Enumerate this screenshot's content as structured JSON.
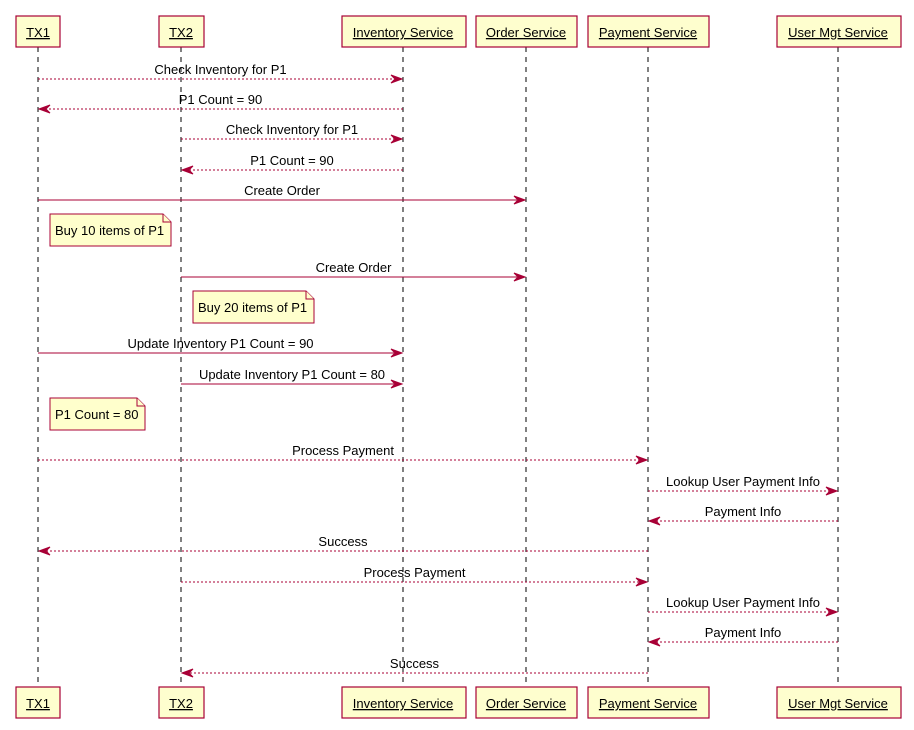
{
  "colors": {
    "participant_fill": "#fefece",
    "border": "#a80036",
    "note_fill": "#ffffcc",
    "arrow": "#a80036",
    "lifeline": "#000000"
  },
  "participants": [
    {
      "id": "tx1",
      "label": "TX1"
    },
    {
      "id": "tx2",
      "label": "TX2"
    },
    {
      "id": "inventory",
      "label": "Inventory Service"
    },
    {
      "id": "order",
      "label": "Order Service"
    },
    {
      "id": "payment",
      "label": "Payment Service"
    },
    {
      "id": "usermgt",
      "label": "User Mgt Service"
    }
  ],
  "events": [
    {
      "kind": "message",
      "from": "tx1",
      "to": "inventory",
      "label": "Check Inventory for P1",
      "style": "dashed"
    },
    {
      "kind": "message",
      "from": "inventory",
      "to": "tx1",
      "label": "P1 Count = 90",
      "style": "dashed"
    },
    {
      "kind": "message",
      "from": "tx2",
      "to": "inventory",
      "label": "Check Inventory for P1",
      "style": "dashed"
    },
    {
      "kind": "message",
      "from": "inventory",
      "to": "tx2",
      "label": "P1 Count = 90",
      "style": "dashed"
    },
    {
      "kind": "message",
      "from": "tx1",
      "to": "order",
      "label": "Create Order",
      "style": "solid"
    },
    {
      "kind": "note",
      "over": "tx1",
      "label": "Buy 10 items of P1"
    },
    {
      "kind": "message",
      "from": "tx2",
      "to": "order",
      "label": "Create Order",
      "style": "solid"
    },
    {
      "kind": "note",
      "over": "tx2",
      "label": "Buy 20 items of P1"
    },
    {
      "kind": "message",
      "from": "tx1",
      "to": "inventory",
      "label": "Update Inventory P1 Count = 90",
      "style": "solid"
    },
    {
      "kind": "message",
      "from": "tx2",
      "to": "inventory",
      "label": "Update Inventory P1 Count = 80",
      "style": "solid"
    },
    {
      "kind": "note",
      "over": "tx1",
      "label": "P1 Count = 80"
    },
    {
      "kind": "message",
      "from": "tx1",
      "to": "payment",
      "label": "Process Payment",
      "style": "dashed"
    },
    {
      "kind": "message",
      "from": "payment",
      "to": "usermgt",
      "label": "Lookup User Payment Info",
      "style": "dashed"
    },
    {
      "kind": "message",
      "from": "usermgt",
      "to": "payment",
      "label": "Payment Info",
      "style": "dashed"
    },
    {
      "kind": "message",
      "from": "payment",
      "to": "tx1",
      "label": "Success",
      "style": "dashed"
    },
    {
      "kind": "message",
      "from": "tx2",
      "to": "payment",
      "label": "Process Payment",
      "style": "dashed"
    },
    {
      "kind": "message",
      "from": "payment",
      "to": "usermgt",
      "label": "Lookup User Payment Info",
      "style": "dashed"
    },
    {
      "kind": "message",
      "from": "usermgt",
      "to": "payment",
      "label": "Payment Info",
      "style": "dashed"
    },
    {
      "kind": "message",
      "from": "payment",
      "to": "tx2",
      "label": "Success",
      "style": "dashed"
    }
  ]
}
